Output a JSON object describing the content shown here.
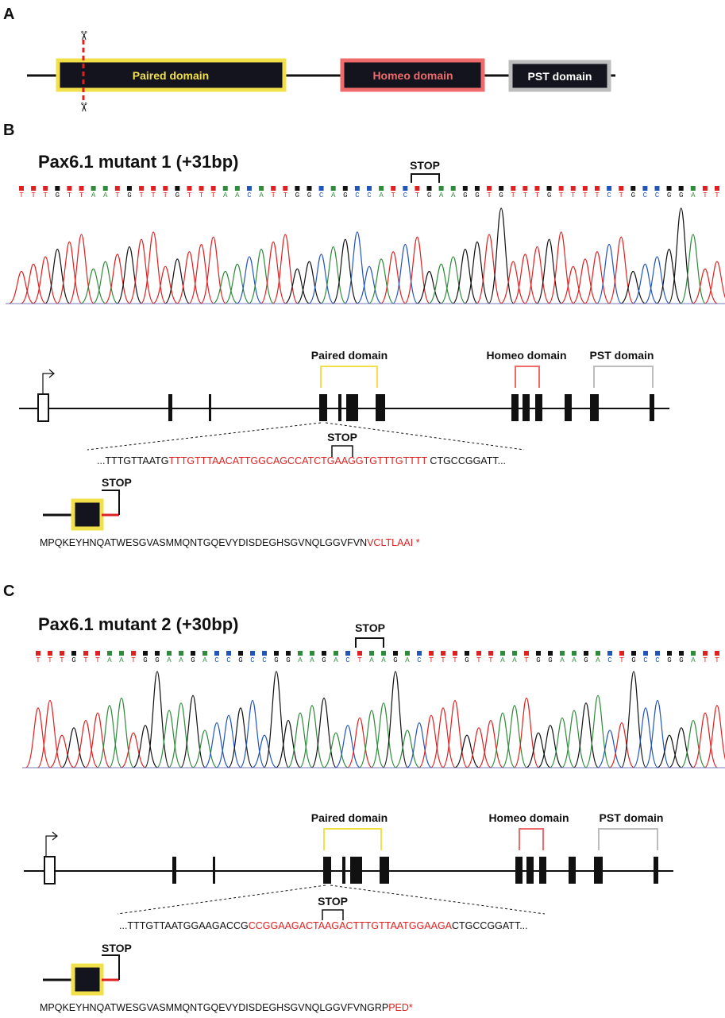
{
  "colors": {
    "A": "#2e8b3a",
    "C": "#2255bb",
    "G": "#111111",
    "T": "#e02020",
    "paired": "#f2e04a",
    "homeo": "#ef6a6a",
    "pst": "#bdbdbd",
    "mut": "#e02020"
  },
  "panelA": {
    "label": "A",
    "domains": [
      {
        "name": "Paired domain",
        "text_color": "#f2e04a",
        "border": "#f2e04a"
      },
      {
        "name": "Homeo domain",
        "text_color": "#ef6a6a",
        "border": "#ef6a6a"
      },
      {
        "name": "PST domain",
        "text_color": "#ffffff",
        "border": "#bdbdbd"
      }
    ],
    "scissors_top": "✂",
    "scissors_bottom": "✂"
  },
  "panels": [
    {
      "label": "B",
      "title": "Pax6.1 mutant 1 (+31bp)",
      "stop_label": "STOP",
      "bases": "TTTGTTAATGTTTGTTTAACATTGGCAGCCATCTGAAGGTGTTTGTTTTCTGCCGGATT",
      "domain_labels": {
        "paired": "Paired domain",
        "homeo": "Homeo domain",
        "pst": "PST domain"
      },
      "zoom_seq": {
        "left": "...TTTGTTAATG",
        "insert": "TTTGTTTAACATTGGCAGCCATCTGAAGGTGTTTGTTTT",
        "right": " CTGCCGGATT..."
      },
      "zoom_stop": "STOP",
      "protein_stop": "STOP",
      "protein": {
        "normal": "MPQKEYHNQATWESGVASMMQNTGQEVYDISDEGHSGVNQLGGVFVN",
        "mutant": "VCLTLAAI *"
      }
    },
    {
      "label": "C",
      "title": "Pax6.1 mutant 2 (+30bp)",
      "stop_label": "STOP",
      "bases": "TTTGTTAATGGAAGACCGCCGGAAGACTAAGACTTTGTTAATGGAAGACTGCCGGATT",
      "domain_labels": {
        "paired": "Paired domain",
        "homeo": "Homeo domain",
        "pst": "PST domain"
      },
      "zoom_seq": {
        "left": "...TTTGTTAATGGAAGACCG",
        "insert": "CCGGAAGACTAAGACTTTGTTAATGGAAGA",
        "right": "CTGCCGGATT..."
      },
      "zoom_stop": "STOP",
      "protein_stop": "STOP",
      "protein": {
        "normal": "MPQKEYHNQATWESGVASMMQNTGQEVYDISDEGHSGVNQLGGVFVNGRP",
        "mutant": "PED*"
      }
    }
  ]
}
